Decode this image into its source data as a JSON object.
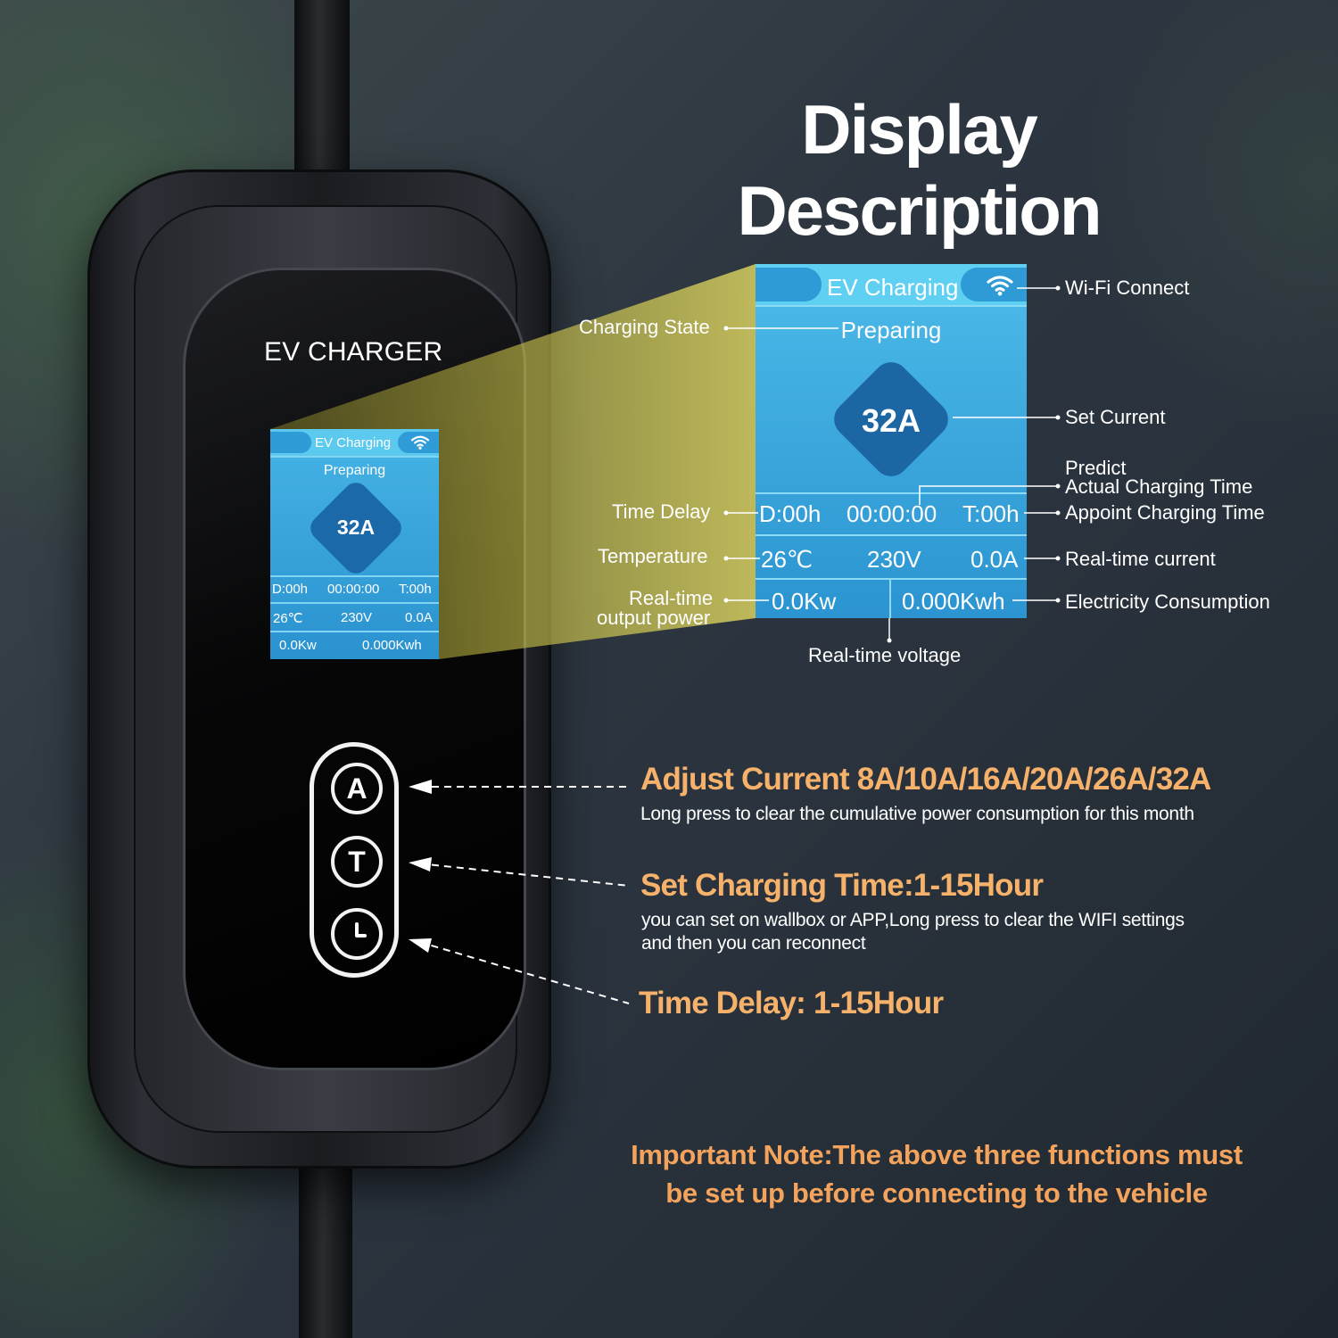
{
  "headline": "Display Description",
  "device": {
    "title": "EV CHARGER",
    "buttons": [
      {
        "label": "A"
      },
      {
        "label": "T"
      }
    ]
  },
  "screen": {
    "header": "EV Charging",
    "state": "Preparing",
    "current": "32A",
    "delay": "D:00h",
    "time": "00:00:00",
    "appoint": "T:00h",
    "temperature": "26℃",
    "voltage": "230V",
    "amps": "0.0A",
    "power": "0.0Kw",
    "energy": "0.000Kwh"
  },
  "callouts": {
    "wifi": "Wi-Fi Connect",
    "charging_state": "Charging State",
    "set_current": "Set Current",
    "predict": "Predict",
    "actual_time": "Actual Charging Time",
    "time_delay": "Time Delay",
    "appoint_time": "Appoint Charging Time",
    "temperature": "Temperature",
    "realtime_current": "Real-time current",
    "realtime_power_1": "Real-time",
    "realtime_power_2": "output power",
    "electricity": "Electricity Consumption",
    "realtime_voltage": "Real-time voltage"
  },
  "functions": {
    "adjust_title": "Adjust Current 8A/10A/16A/20A/26A/32A",
    "adjust_desc": "Long press to clear the cumulative power consumption for this month",
    "set_time_title": "Set Charging Time:1-15Hour",
    "set_time_desc_1": "you can set on wallbox or APP,Long press to clear the WIFI settings",
    "set_time_desc_2": "and then you can reconnect",
    "delay_title": "Time Delay: 1-15Hour"
  },
  "note": {
    "line1": "Important Note:The above three functions must",
    "line2": "be set up before connecting to the vehicle"
  },
  "colors": {
    "accent": "#f6b26b",
    "screen_blue": "#2b94d1",
    "diamond": "#1c66a4"
  }
}
